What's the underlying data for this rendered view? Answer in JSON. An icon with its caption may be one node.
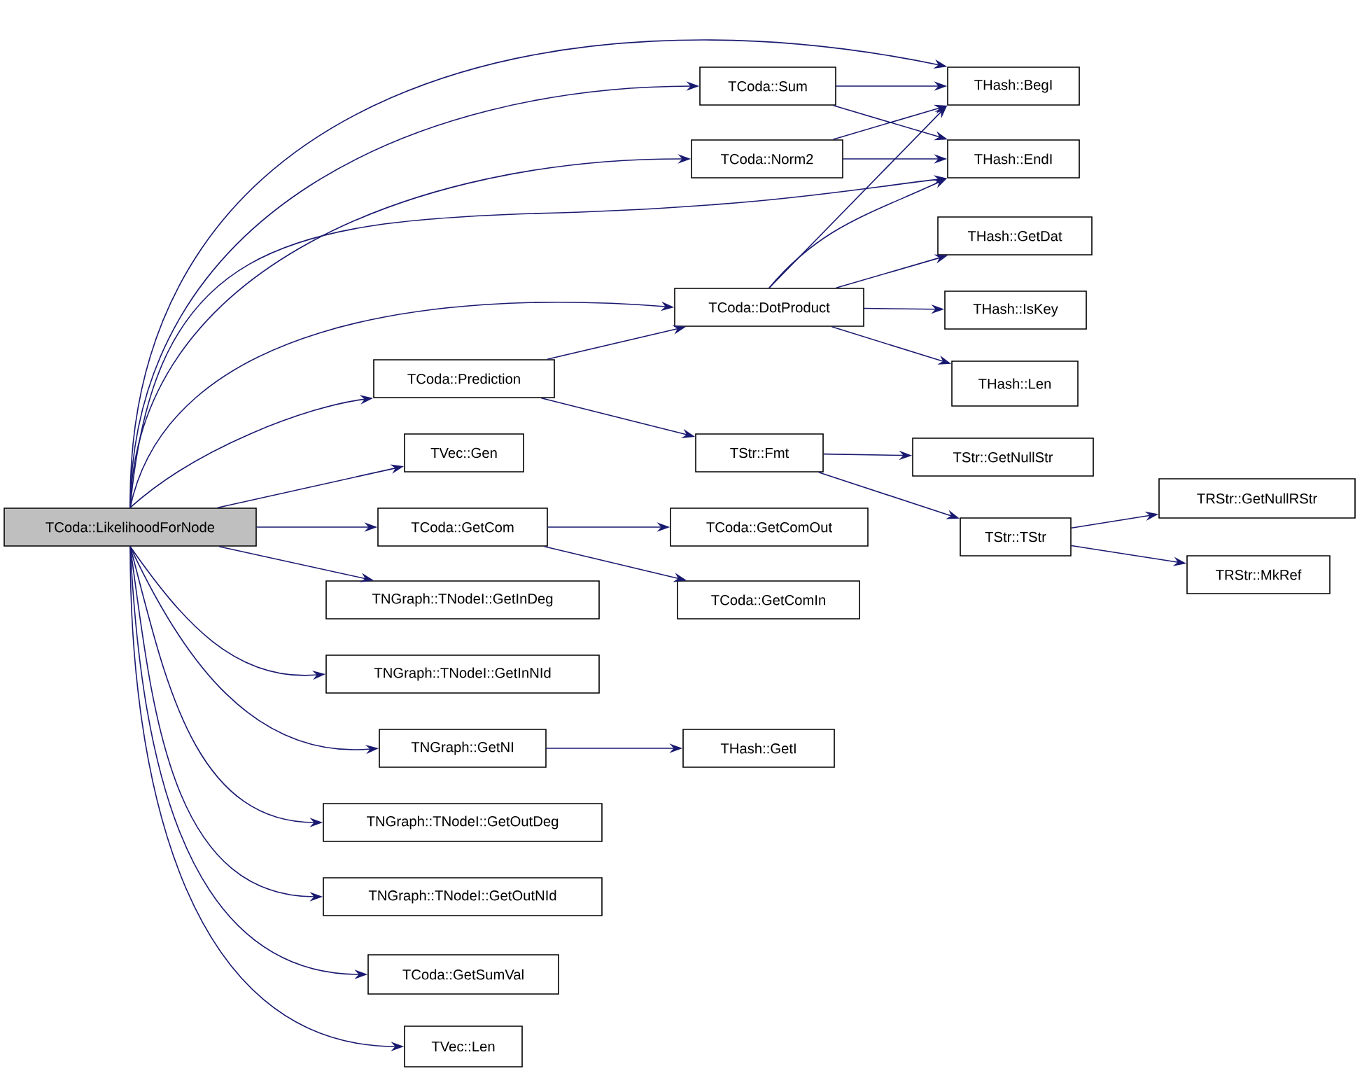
{
  "diagram": {
    "nodes": [
      {
        "text": [
          "TCoda::LikelihoodForNode"
        ]
      },
      {
        "text": [
          "TCoda::Sum"
        ]
      },
      {
        "text": [
          "THash::BegI"
        ]
      },
      {
        "text": [
          "TCoda::Norm2"
        ]
      },
      {
        "text": [
          "THash::EndI"
        ]
      },
      {
        "text": [
          "TCoda::DotProduct"
        ]
      },
      {
        "text": [
          "THash::GetDat"
        ]
      },
      {
        "text": [
          "THash::IsKey"
        ]
      },
      {
        "text": [
          "THash::Len"
        ]
      },
      {
        "text": [
          "TCoda::Prediction"
        ]
      },
      {
        "text": [
          "TStr::Fmt"
        ]
      },
      {
        "text": [
          "TStr::GetNullStr"
        ]
      },
      {
        "text": [
          "TVec::Gen"
        ]
      },
      {
        "text": [
          "TCoda::GetCom"
        ]
      },
      {
        "text": [
          "TCoda::GetComOut"
        ]
      },
      {
        "text": [
          "TStr::TStr"
        ]
      },
      {
        "text": [
          "TRStr::GetNullRStr"
        ]
      },
      {
        "text": [
          "TRStr::MkRef"
        ]
      },
      {
        "text": [
          "TNGraph::TNodeI::GetInDeg"
        ]
      },
      {
        "text": [
          "TCoda::GetComIn"
        ]
      },
      {
        "text": [
          "TNGraph::TNodeI::GetInNId"
        ]
      },
      {
        "text": [
          "TNGraph::GetNI"
        ]
      },
      {
        "text": [
          "THash::GetI"
        ]
      },
      {
        "text": [
          "TNGraph::TNodeI::GetOutDeg"
        ]
      },
      {
        "text": [
          "TNGraph::TNodeI::GetOutNId"
        ]
      },
      {
        "text": [
          "TCoda::GetSumVal"
        ]
      },
      {
        "text": [
          "TVec::Len"
        ]
      }
    ],
    "edges": [
      {
        "from": 0,
        "to": 2,
        "arrow": "to"
      },
      {
        "from": 0,
        "to": 1,
        "arrow": "to"
      },
      {
        "from": 0,
        "to": 3,
        "arrow": "to"
      },
      {
        "from": 0,
        "to": 4,
        "arrow": "to"
      },
      {
        "from": 0,
        "to": 5,
        "arrow": "to"
      },
      {
        "from": 0,
        "to": 9,
        "arrow": "to"
      },
      {
        "from": 0,
        "to": 12,
        "arrow": "to"
      },
      {
        "from": 0,
        "to": 13,
        "arrow": "to"
      },
      {
        "from": 0,
        "to": 18,
        "arrow": "to"
      },
      {
        "from": 0,
        "to": 20,
        "arrow": "to"
      },
      {
        "from": 0,
        "to": 21,
        "arrow": "to"
      },
      {
        "from": 0,
        "to": 23,
        "arrow": "to"
      },
      {
        "from": 0,
        "to": 24,
        "arrow": "to"
      },
      {
        "from": 0,
        "to": 25,
        "arrow": "to"
      },
      {
        "from": 0,
        "to": 26,
        "arrow": "to"
      },
      {
        "from": 1,
        "to": 2,
        "arrow": "to"
      },
      {
        "from": 1,
        "to": 4,
        "arrow": "to"
      },
      {
        "from": 3,
        "to": 2,
        "arrow": "to"
      },
      {
        "from": 3,
        "to": 4,
        "arrow": "to"
      },
      {
        "from": 5,
        "to": 2,
        "arrow": "to"
      },
      {
        "from": 5,
        "to": 4,
        "arrow": "to"
      },
      {
        "from": 5,
        "to": 6,
        "arrow": "to"
      },
      {
        "from": 5,
        "to": 7,
        "arrow": "to"
      },
      {
        "from": 5,
        "to": 8,
        "arrow": "to"
      },
      {
        "from": 9,
        "to": 5,
        "arrow": "to"
      },
      {
        "from": 9,
        "to": 10,
        "arrow": "to"
      },
      {
        "from": 10,
        "to": 11,
        "arrow": "to"
      },
      {
        "from": 10,
        "to": 15,
        "arrow": "to"
      },
      {
        "from": 15,
        "to": 16,
        "arrow": "to"
      },
      {
        "from": 15,
        "to": 17,
        "arrow": "to"
      },
      {
        "from": 13,
        "to": 14,
        "arrow": "to"
      },
      {
        "from": 13,
        "to": 19,
        "arrow": "to"
      },
      {
        "from": 21,
        "to": 22,
        "arrow": "to"
      }
    ]
  }
}
